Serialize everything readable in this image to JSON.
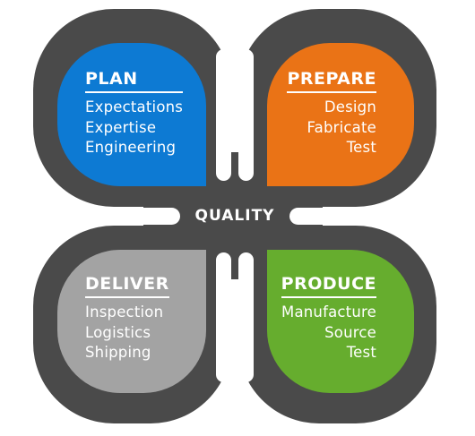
{
  "center_label": "QUALITY",
  "quadrants": {
    "plan": {
      "title": "PLAN",
      "items": [
        "Expectations",
        "Expertise",
        "Engineering"
      ],
      "color": "#0d7ad3"
    },
    "prepare": {
      "title": "PREPARE",
      "items": [
        "Design",
        "Fabricate",
        "Test"
      ],
      "color": "#ea7316"
    },
    "deliver": {
      "title": "DELIVER",
      "items": [
        "Inspection",
        "Logistics",
        "Shipping"
      ],
      "color": "#a3a3a3"
    },
    "produce": {
      "title": "PRODUCE",
      "items": [
        "Manufacture",
        "Source",
        "Test"
      ],
      "color": "#66ad2e"
    }
  },
  "frame_color": "#4a4a4a"
}
